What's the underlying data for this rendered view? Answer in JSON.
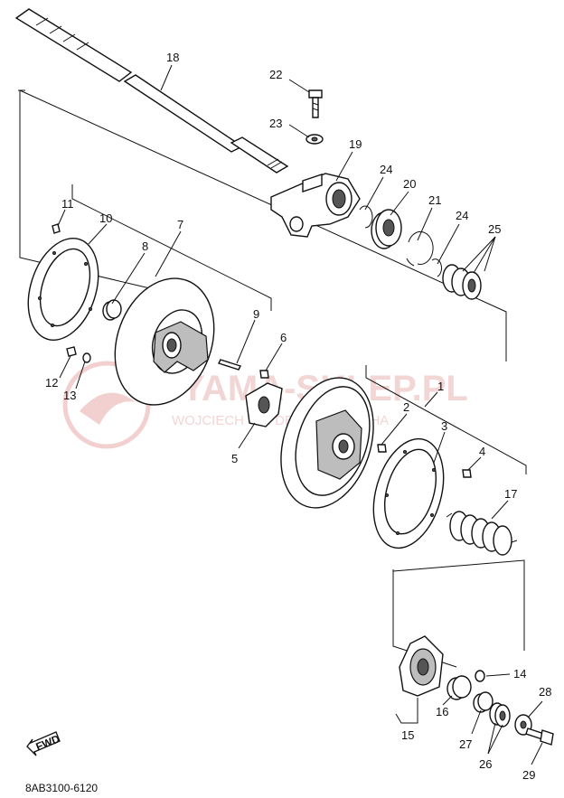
{
  "diagram": {
    "callouts": [
      {
        "id": "c1",
        "text": "1"
      },
      {
        "id": "c2",
        "text": "2"
      },
      {
        "id": "c3",
        "text": "3"
      },
      {
        "id": "c4",
        "text": "4"
      },
      {
        "id": "c5",
        "text": "5"
      },
      {
        "id": "c6",
        "text": "6"
      },
      {
        "id": "c7",
        "text": "7"
      },
      {
        "id": "c8",
        "text": "8"
      },
      {
        "id": "c9",
        "text": "9"
      },
      {
        "id": "c10",
        "text": "10"
      },
      {
        "id": "c11",
        "text": "11"
      },
      {
        "id": "c12",
        "text": "12"
      },
      {
        "id": "c13",
        "text": "13"
      },
      {
        "id": "c14",
        "text": "14"
      },
      {
        "id": "c15",
        "text": "15"
      },
      {
        "id": "c16",
        "text": "16"
      },
      {
        "id": "c17",
        "text": "17"
      },
      {
        "id": "c18",
        "text": "18"
      },
      {
        "id": "c19",
        "text": "19"
      },
      {
        "id": "c20",
        "text": "20"
      },
      {
        "id": "c21",
        "text": "21"
      },
      {
        "id": "c22",
        "text": "22"
      },
      {
        "id": "c23",
        "text": "23"
      },
      {
        "id": "c24a",
        "text": "24"
      },
      {
        "id": "c24b",
        "text": "24"
      },
      {
        "id": "c25",
        "text": "25"
      },
      {
        "id": "c26",
        "text": "26"
      },
      {
        "id": "c27",
        "text": "27"
      },
      {
        "id": "c28",
        "text": "28"
      },
      {
        "id": "c29",
        "text": "29"
      }
    ],
    "fwd_label": "FWD",
    "figure_code": "8AB3100-6120"
  },
  "watermark": {
    "title": "YAMA-SKLEP.PL",
    "subtitle": "WOJCIECH W... DEALER YAMAHA"
  }
}
